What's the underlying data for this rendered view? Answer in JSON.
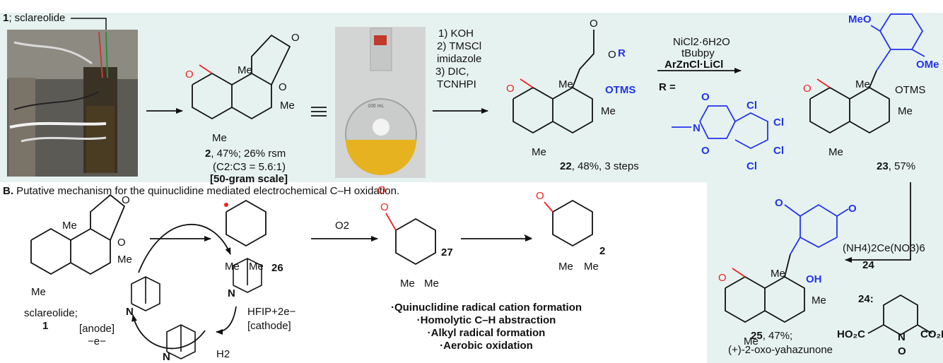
{
  "colors": {
    "panel_bg": "#e6f2f0",
    "red": "#ee2222",
    "blue": "#2233ee",
    "green": "#22a02a",
    "ink": "#111111"
  },
  "sectionA": {
    "start_label_num": "1",
    "start_label_text": "; sclareolide",
    "photo_flask_text": "100 mL",
    "cmpd2_num": "2",
    "cmpd2_yield": ", 47%; 26% rsm",
    "cmpd2_ratio": "(C2:C3 = 5.6:1)",
    "cmpd2_scale": "[50-gram scale]",
    "cond1": [
      "1) KOH",
      "2) TMSCl",
      "imidazole",
      "3) DIC,",
      "TCNHPI"
    ],
    "cmpd22_num": "22",
    "cmpd22_yield": ", 48%, 3 steps",
    "cond2": [
      "NiCl2·6H2O",
      "tBubpy",
      "ArZnCl·LiCl"
    ],
    "r_equals": "R =",
    "cmpd23_num": "23",
    "cmpd23_yield": ", 57%",
    "cond3": "(NH4)2Ce(NO3)6",
    "cond3_num": "24",
    "cmpd24_label": "24",
    "cmpd25_num": "25",
    "cmpd25_yield": ", 47%;",
    "cmpd25_name": "(+)-2-oxo-yahazunone"
  },
  "sectionB": {
    "heading_bold": "B.",
    "heading_text": " Putative mechanism for the quinuclidine mediated electrochemical C–H oxidation.",
    "sclareolide_name": "sclareolide;",
    "sclareolide_num": "1",
    "anode": "[anode]",
    "minus_e": "−e−",
    "cathode": "[cathode]",
    "hfip": "HFIP+2e−",
    "h2": "H2",
    "o2": "O2",
    "cmpd26_num": "26",
    "cmpd27_num": "27",
    "cmpd2b_num": "2",
    "bullets": [
      "·Quinuclidine radical cation formation",
      "·Homolytic C–H abstraction",
      "·Alkyl radical formation",
      "·Aerobic oxidation"
    ]
  }
}
